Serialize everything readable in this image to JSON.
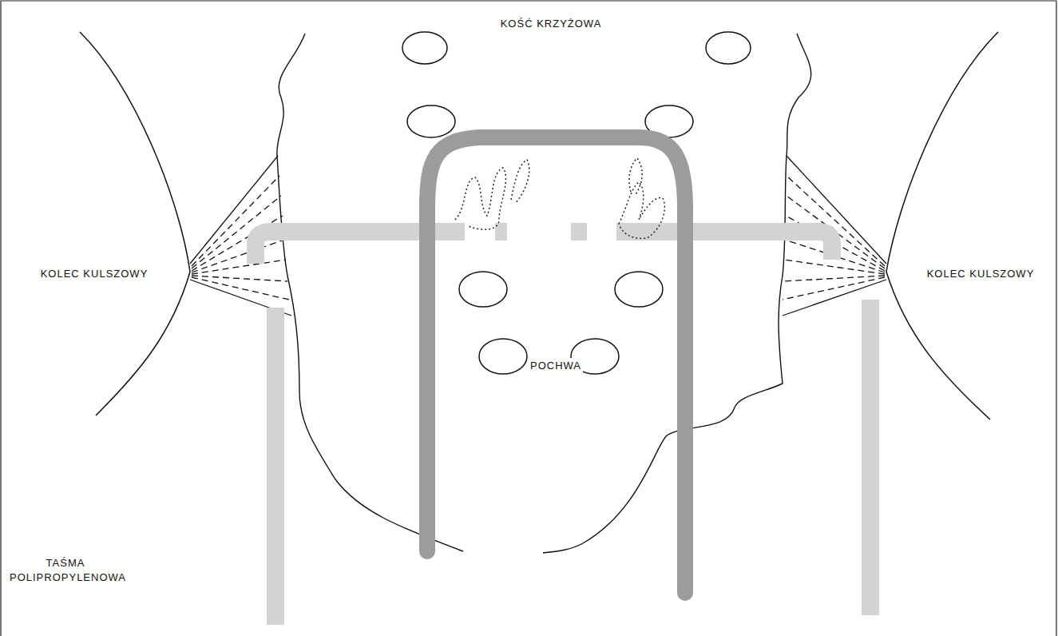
{
  "diagram": {
    "labels": [
      "KOŚĆ KRZYŻOWA",
      "KOLEC KULSZOWY",
      "KOLEC KULSZOWY",
      "POCHWA",
      "TAŚMA POLIPROPYLENOWA"
    ]
  }
}
